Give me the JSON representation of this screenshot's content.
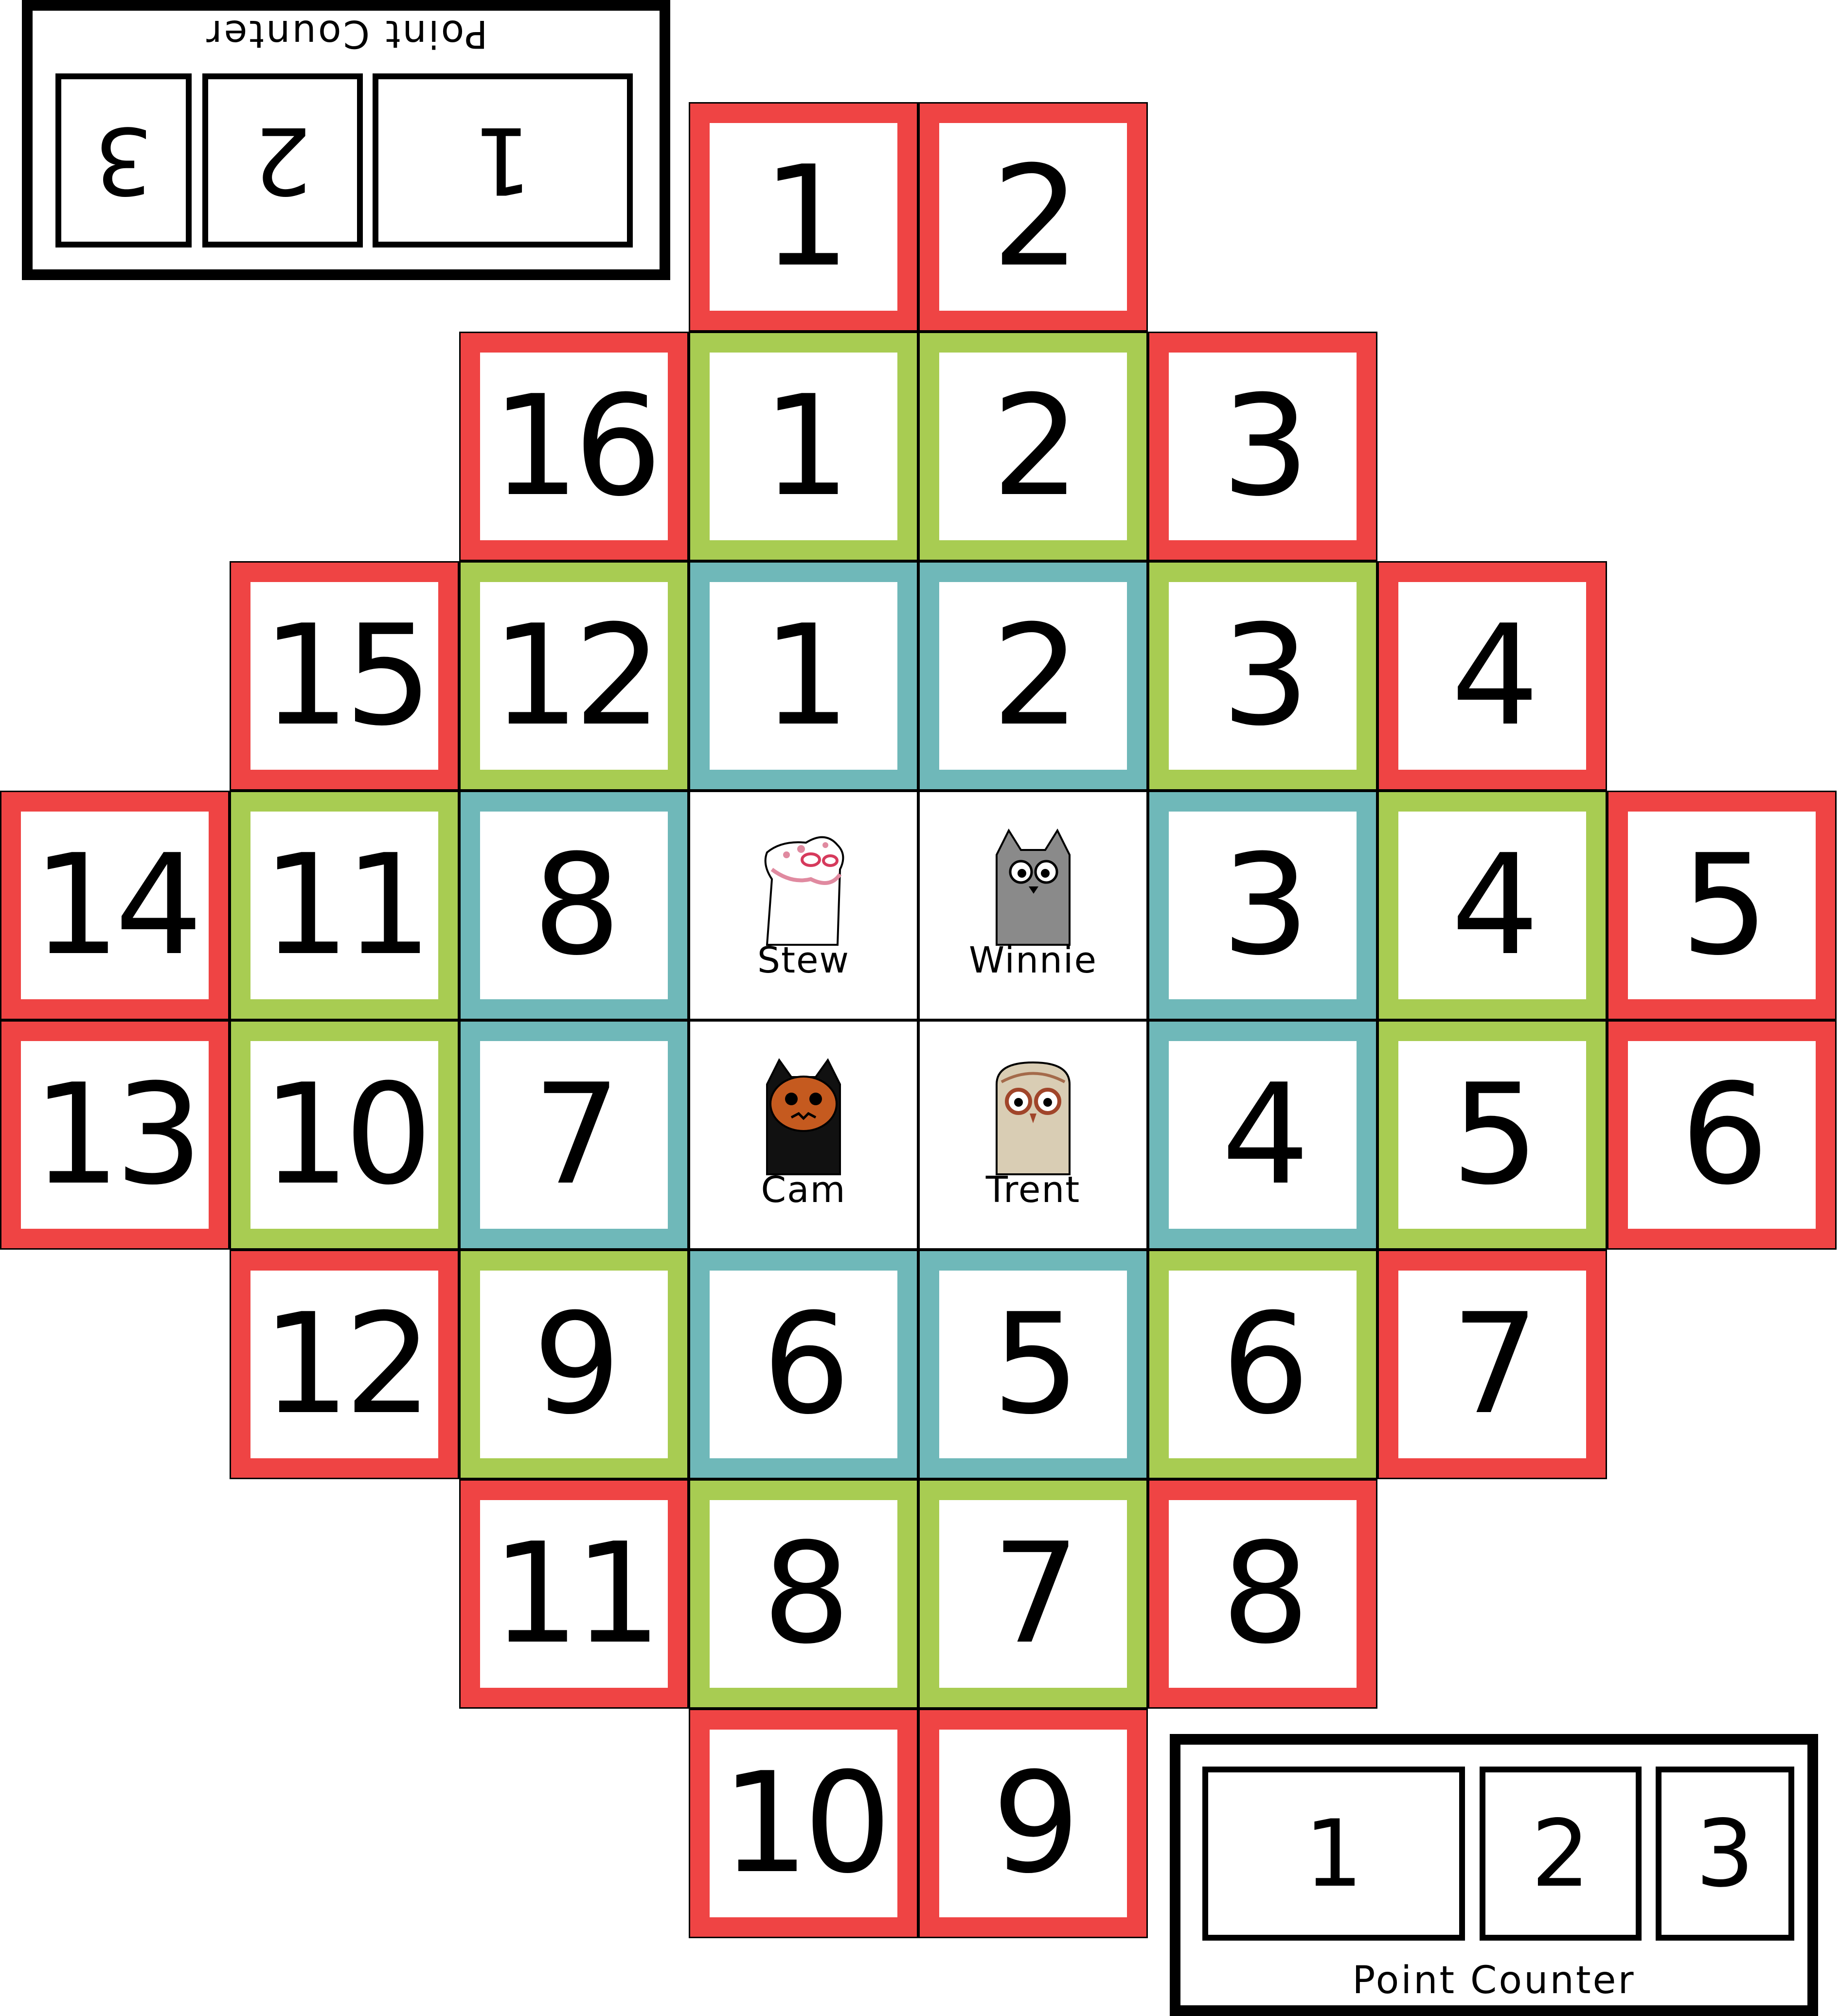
{
  "board": {
    "colors": {
      "outer": "#ef4444",
      "middle": "#a8cc52",
      "inner": "#6fb8b9",
      "border": "#000000"
    },
    "outer_ring": [
      "1",
      "2",
      "3",
      "4",
      "5",
      "6",
      "7",
      "8",
      "9",
      "10",
      "11",
      "12",
      "13",
      "14",
      "15",
      "16"
    ],
    "middle_ring": [
      "1",
      "2",
      "3",
      "4",
      "5",
      "6",
      "7",
      "8",
      "9",
      "10",
      "11",
      "12"
    ],
    "inner_ring": [
      "1",
      "2",
      "3",
      "4",
      "5",
      "6",
      "7",
      "8"
    ],
    "players": [
      {
        "name": "Stew",
        "icon": "pink-spotted-ghost-icon"
      },
      {
        "name": "Winnie",
        "icon": "gray-cat-ghost-icon"
      },
      {
        "name": "Cam",
        "icon": "black-orange-cat-ghost-icon"
      },
      {
        "name": "Trent",
        "icon": "tan-owl-ghost-icon"
      }
    ]
  },
  "point_counter_top": {
    "title": "Point Counter",
    "slots": [
      "1",
      "2",
      "3"
    ]
  },
  "point_counter_bottom": {
    "title": "Point Counter",
    "slots": [
      "1",
      "2",
      "3"
    ]
  }
}
